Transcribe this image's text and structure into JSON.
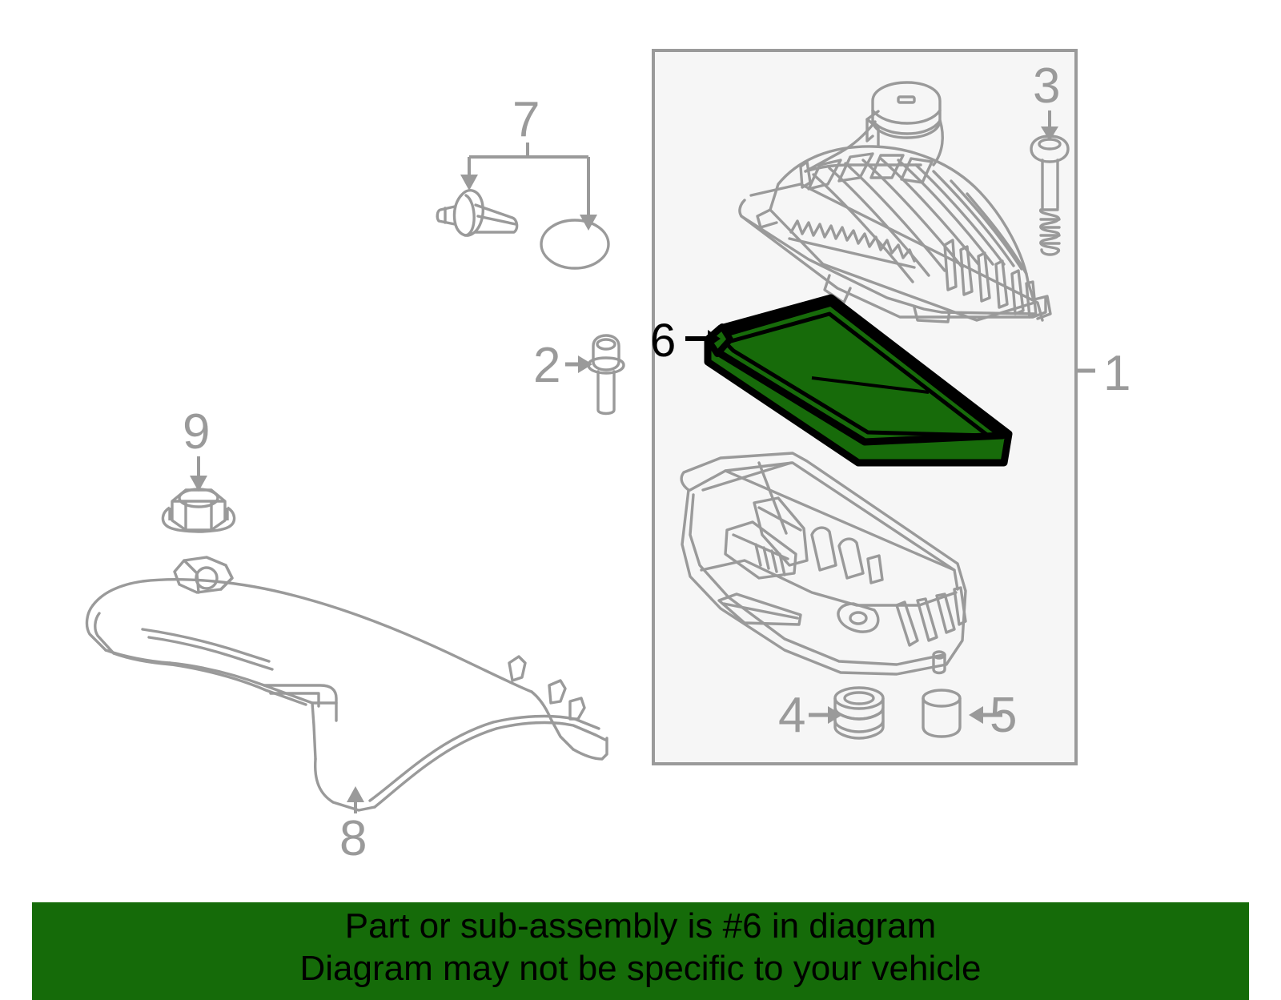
{
  "diagram": {
    "title": "Engine air cleaner / intake exploded parts diagram",
    "highlight_color": "#176b0a",
    "line_color": "#9a9a9a",
    "panel_fill": "#f6f6f6",
    "panel_border": "#9a9a9a",
    "background": "#ffffff",
    "assembly_box": {
      "label": "1",
      "name": "air-cleaner-assembly-group"
    },
    "callouts": [
      {
        "id": "1",
        "label": "1",
        "part": "air-cleaner-assembly",
        "highlighted": false,
        "leader": "tick-right"
      },
      {
        "id": "2",
        "label": "2",
        "part": "flange-bolt",
        "highlighted": false,
        "leader": "arrow-right"
      },
      {
        "id": "3",
        "label": "3",
        "part": "pan-head-screw",
        "highlighted": false,
        "leader": "arrow-down"
      },
      {
        "id": "4",
        "label": "4",
        "part": "rubber-grommet",
        "highlighted": false,
        "leader": "arrow-right"
      },
      {
        "id": "5",
        "label": "5",
        "part": "bushing-sleeve",
        "highlighted": false,
        "leader": "arrow-left"
      },
      {
        "id": "6",
        "label": "6",
        "part": "air-filter-element",
        "highlighted": true,
        "leader": "arrow-right"
      },
      {
        "id": "7",
        "label": "7",
        "part": "bolt-and-grommet-pair",
        "highlighted": false,
        "leader": "bracket-two-arrows"
      },
      {
        "id": "8",
        "label": "8",
        "part": "air-intake-duct",
        "highlighted": false,
        "leader": "arrow-up"
      },
      {
        "id": "9",
        "label": "9",
        "part": "flange-hex-nut",
        "highlighted": false,
        "leader": "arrow-down"
      }
    ]
  },
  "banner": {
    "background": "#156b09",
    "text_color": "#000000",
    "line1": "Part or sub-assembly is #6 in diagram",
    "line2": "Diagram may not be specific to your vehicle"
  }
}
